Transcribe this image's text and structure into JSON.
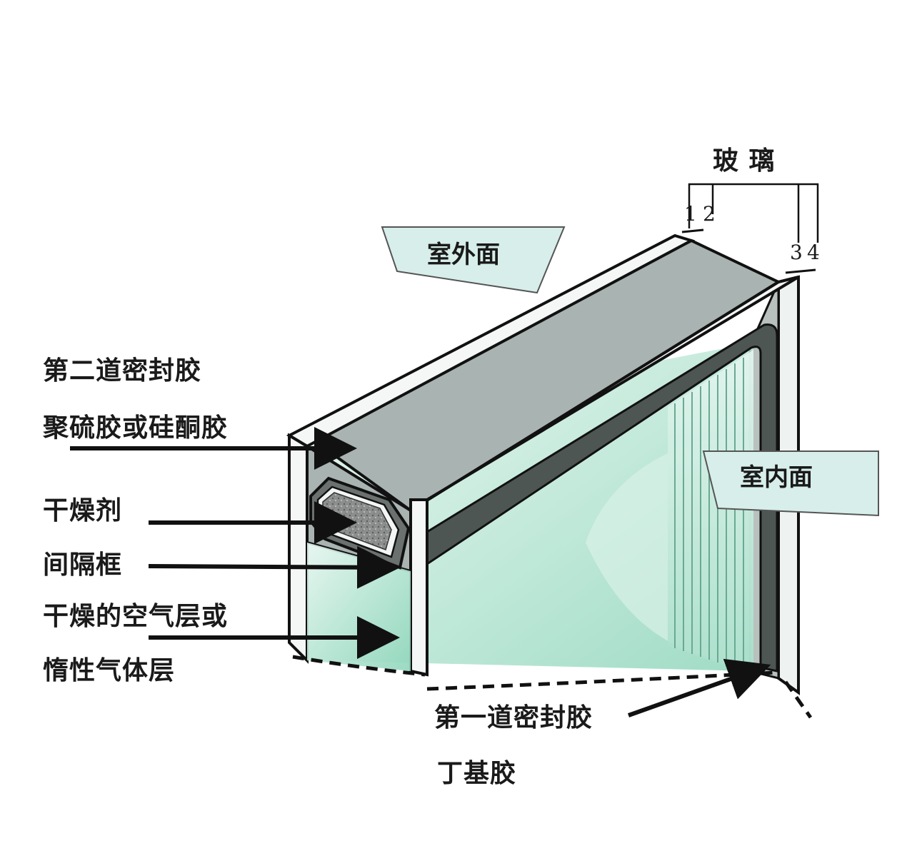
{
  "labels": {
    "glass": "玻 璃",
    "exterior_face": "室外面",
    "interior_face": "室内面",
    "secondary_seal_title": "第二道密封胶",
    "secondary_seal_material": "聚硫胶或硅酮胶",
    "desiccant": "干燥剂",
    "spacer_frame": "间隔框",
    "air_layer_line1": "干燥的空气层或",
    "air_layer_line2": "惰性气体层",
    "primary_seal_title": "第一道密封胶",
    "primary_seal_material": "丁基胶"
  },
  "surface_numbers": [
    "1",
    "2",
    "3",
    "4"
  ],
  "colors": {
    "sealant_top": "#a9b3b1",
    "spacer_dark": "#4e5654",
    "glass_edge": "#f4f7f6",
    "glass_tint": "#9fdcc4",
    "tag_fill": "#d7eeea",
    "line": "#111111"
  }
}
